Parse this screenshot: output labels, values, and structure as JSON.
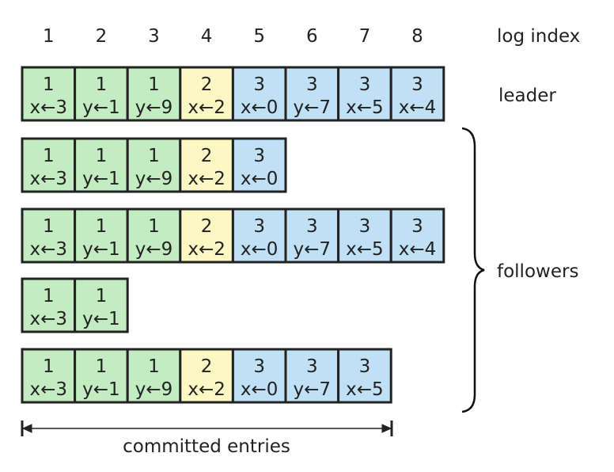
{
  "header": {
    "indices": [
      "1",
      "2",
      "3",
      "4",
      "5",
      "6",
      "7",
      "8"
    ],
    "index_label": "log index"
  },
  "colors": {
    "term1": "#c3ecc3",
    "term2": "#fdf7c3",
    "term3": "#bfe0f5",
    "border": "#222222"
  },
  "entries": [
    {
      "term": "1",
      "cmd": "x←3"
    },
    {
      "term": "1",
      "cmd": "y←1"
    },
    {
      "term": "1",
      "cmd": "y←9"
    },
    {
      "term": "2",
      "cmd": "x←2"
    },
    {
      "term": "3",
      "cmd": "x←0"
    },
    {
      "term": "3",
      "cmd": "y←7"
    },
    {
      "term": "3",
      "cmd": "x←5"
    },
    {
      "term": "3",
      "cmd": "x←4"
    }
  ],
  "rows": [
    {
      "role": "leader",
      "length": 8
    },
    {
      "role": "follower",
      "length": 5
    },
    {
      "role": "follower",
      "length": 8
    },
    {
      "role": "follower",
      "length": 2
    },
    {
      "role": "follower",
      "length": 7
    }
  ],
  "labels": {
    "leader": "leader",
    "followers": "followers",
    "committed": "committed entries"
  }
}
